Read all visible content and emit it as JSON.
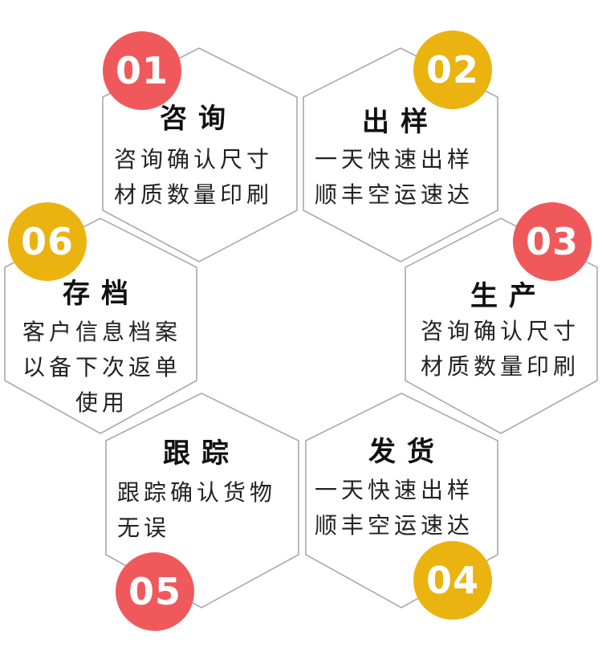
{
  "steps": [
    {
      "number": "01",
      "title": "咨询",
      "lines": [
        "咨询确认尺寸",
        "材质数量印刷"
      ]
    },
    {
      "number": "02",
      "title": "出样",
      "lines": [
        "一天快速出样",
        "顺丰空运速达"
      ]
    },
    {
      "number": "03",
      "title": "生产",
      "lines": [
        "咨询确认尺寸",
        "材质数量印刷"
      ]
    },
    {
      "number": "04",
      "title": "发货",
      "lines": [
        "一天快速出样",
        "顺丰空运速达"
      ]
    },
    {
      "number": "05",
      "title": "跟踪",
      "lines": [
        "跟踪确认货物",
        "无误"
      ]
    },
    {
      "number": "06",
      "title": "存档",
      "lines": [
        "客户信息档案",
        "以备下次返单",
        "使用"
      ]
    }
  ],
  "colors": {
    "badge_red": "#f0595b",
    "badge_yellow": "#eab30f",
    "hex_stroke": "#a9a9a9"
  }
}
